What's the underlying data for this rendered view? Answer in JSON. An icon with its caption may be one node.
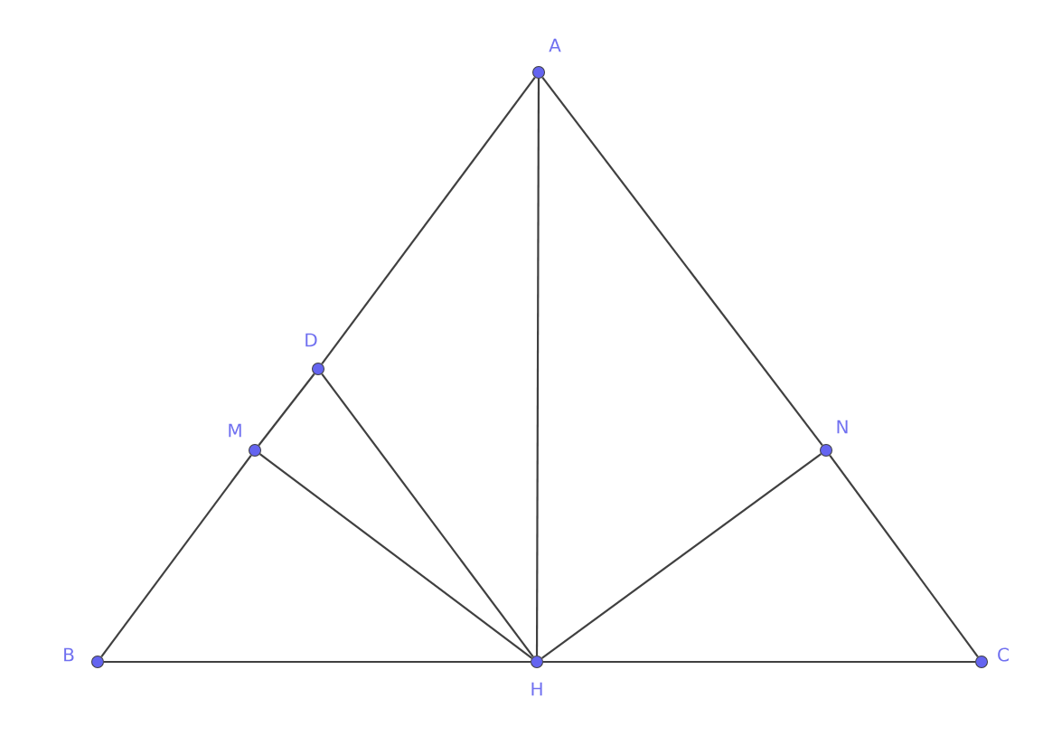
{
  "diagram": {
    "nodes": [
      {
        "text": [
          "A"
        ]
      },
      {
        "text": [
          "B"
        ]
      },
      {
        "text": [
          "C"
        ]
      },
      {
        "text": [
          "D"
        ]
      },
      {
        "text": [
          "M"
        ]
      },
      {
        "text": [
          "N"
        ]
      },
      {
        "text": [
          "H"
        ]
      }
    ],
    "edges": [
      {
        "from": 0,
        "to": 3,
        "arrow": "none"
      },
      {
        "from": 3,
        "to": 4,
        "arrow": "none"
      },
      {
        "from": 4,
        "to": 1,
        "arrow": "none"
      },
      {
        "from": 1,
        "to": 6,
        "arrow": "none"
      },
      {
        "from": 6,
        "to": 2,
        "arrow": "none"
      },
      {
        "from": 2,
        "to": 5,
        "arrow": "none"
      },
      {
        "from": 5,
        "to": 0,
        "arrow": "none"
      },
      {
        "from": 0,
        "to": 6,
        "arrow": "none"
      },
      {
        "from": 3,
        "to": 6,
        "arrow": "none"
      },
      {
        "from": 4,
        "to": 6,
        "arrow": "none"
      },
      {
        "from": 5,
        "to": 6,
        "arrow": "none"
      }
    ]
  }
}
